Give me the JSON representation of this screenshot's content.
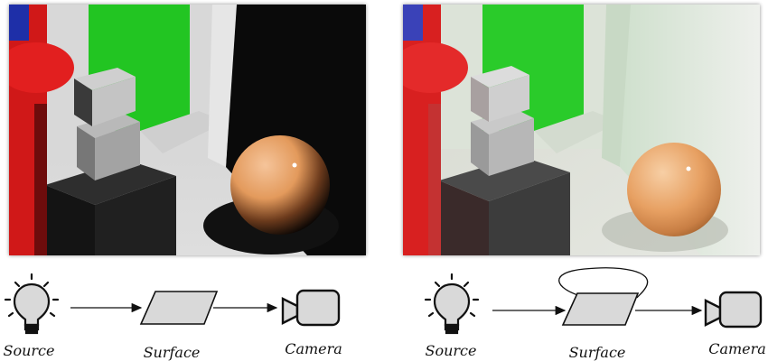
{
  "panels": [
    {
      "id": "direct",
      "labels": {
        "source": "Source",
        "surface": "Surface",
        "camera": "Camera"
      },
      "has_feedback_loop": false
    },
    {
      "id": "global",
      "labels": {
        "source": "Source",
        "surface": "Surface",
        "camera": "Camera"
      },
      "has_feedback_loop": true
    }
  ],
  "icons": [
    "light-bulb-icon",
    "parallelogram-surface",
    "video-camera-icon"
  ],
  "colors": {
    "icon_fill": "#d9d9d9",
    "icon_stroke": "#111111",
    "green_wall": "#22c522",
    "sphere_orange": "#e8a061",
    "pillar_red": "#d81e1e"
  }
}
